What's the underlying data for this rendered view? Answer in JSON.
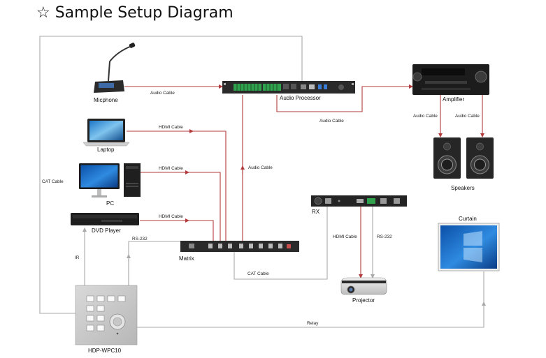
{
  "title": "☆ Sample Setup Diagram",
  "devices": {
    "microphone": "Micphone",
    "audio_processor": "Audio Processor",
    "amplifier": "Amplifier",
    "laptop": "Laptop",
    "pc": "PC",
    "dvd_player": "DVD Player",
    "matrix": "Matrix",
    "speakers": "Speakers",
    "rx": "RX",
    "projector": "Projector",
    "curtain": "Curtain",
    "wall_panel": "HDP-WPC10"
  },
  "connections": {
    "mic_audio": "Audio Cable",
    "proc_amp_audio": "Audio Cable",
    "amp_spk_left": "Audio Cable",
    "amp_spk_right": "Audio Cable",
    "laptop_hdmi": "HDMI Cable",
    "pc_hdmi": "HDMI Cable",
    "dvd_hdmi": "HDMI Cable",
    "matrix_audio": "Audio Cable",
    "cat_left": "CAT Cable",
    "rs232_matrix": "RS-232",
    "ir": "IR",
    "cat_rx": "CAT Cable",
    "rx_hdmi": "HDMI Cable",
    "rx_rs232": "RS-232",
    "relay": "Relay"
  },
  "colors": {
    "red_cable": "#b23b3b",
    "gray_cable": "#a9a9a9"
  }
}
